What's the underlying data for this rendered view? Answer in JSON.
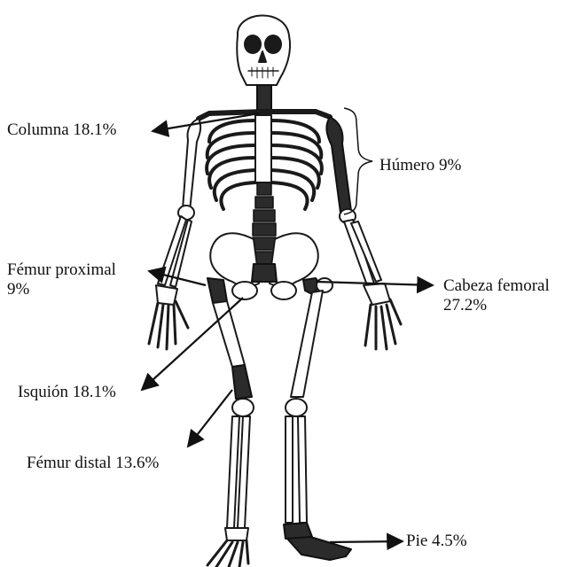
{
  "labels": {
    "columna": "Columna 18.1%",
    "humero": "Húmero 9%",
    "femur_proximal_line1": "Fémur proximal",
    "femur_proximal_line2": "9%",
    "cabeza_femoral_line1": "Cabeza femoral",
    "cabeza_femoral_line2": "27.2%",
    "isquion": "Isquión 18.1%",
    "femur_distal": "Fémur distal 13.6%",
    "pie": "Pie 4.5%"
  },
  "colors": {
    "bone_outline": "#1a1a1a",
    "bone_fill": "#ffffff",
    "highlight": "#2b2b2b",
    "text": "#111111"
  }
}
